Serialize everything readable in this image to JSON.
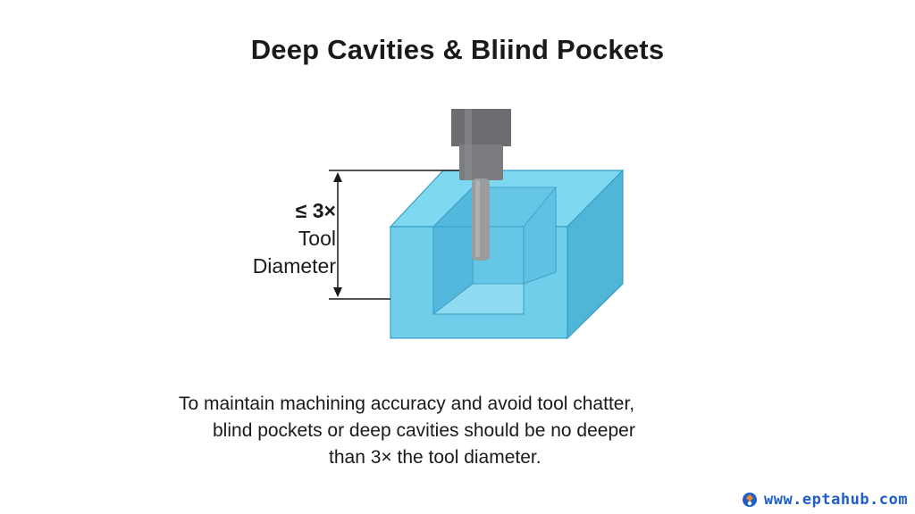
{
  "title": "Deep Cavities & Bliind Pockets",
  "dimension_label": {
    "line1": "≤ 3×",
    "line2": "Tool",
    "line3": "Diameter"
  },
  "caption": {
    "line1": "To maintain machining accuracy and avoid tool chatter,",
    "line2": "blind pockets or deep cavities should be no deeper",
    "line3": "than 3× the tool diameter."
  },
  "watermark": {
    "text": "www.eptahub.com",
    "icon": "eptahub-logo-icon"
  },
  "colors": {
    "block_face": "#6fcfea",
    "block_top": "#7ed8f0",
    "block_side": "#4fb6d8",
    "tool_holder": "#6b6d70",
    "tool_shank": "#9a9c9e",
    "dimension_line": "#1a1a1a",
    "brand": "#1f5fc7"
  }
}
